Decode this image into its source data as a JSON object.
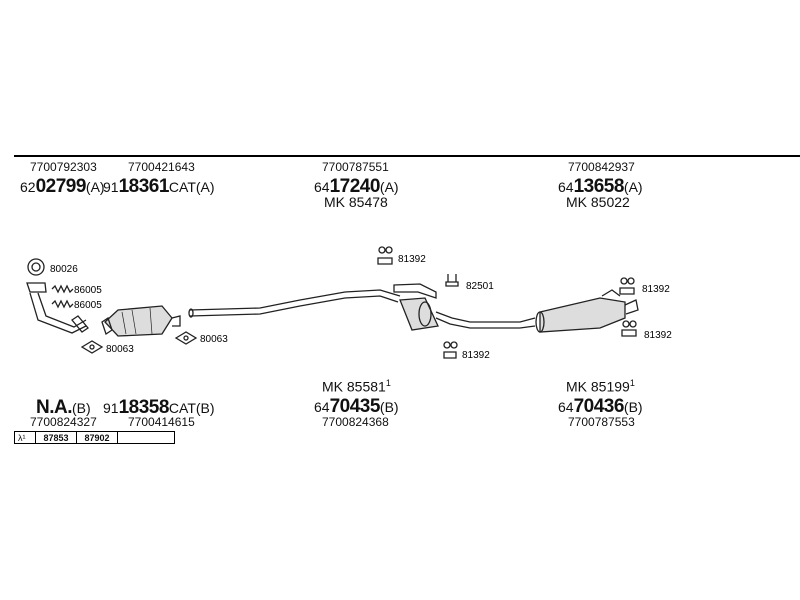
{
  "parts_top": [
    {
      "oe": "7700792303",
      "pre": "62",
      "num": "02799",
      "suf": "(A)"
    },
    {
      "oe": "7700421643",
      "pre": "91",
      "num": "18361",
      "suf": "CAT(A)"
    },
    {
      "oe": "7700787551",
      "pre": "64",
      "num": "17240",
      "suf": "(A)",
      "mk": "MK  85478"
    },
    {
      "oe": "7700842937",
      "pre": "64",
      "num": "13658",
      "suf": "(A)",
      "mk": "MK  85022"
    }
  ],
  "parts_bottom": [
    {
      "oe": "7700824327",
      "pre": "",
      "num": "N.A.",
      "suf": "(B)"
    },
    {
      "oe": "7700414615",
      "pre": "91",
      "num": "18358",
      "suf": "CAT(B)"
    },
    {
      "oe": "7700824368",
      "pre": "64",
      "num": "70435",
      "suf": "(B)",
      "mk": "MK  85581",
      "mk_sup": "1"
    },
    {
      "oe": "7700787553",
      "pre": "64",
      "num": "70436",
      "suf": "(B)",
      "mk": "MK  85199",
      "mk_sup": "1"
    }
  ],
  "component_labels": {
    "ring": "80026",
    "spring_a": "86005",
    "spring_b": "86005",
    "gasket_left": "80063",
    "gasket_mid": "80063",
    "hanger_top": "81392",
    "clamp": "82501",
    "hanger_bottom_mid": "81392",
    "hanger_right_top": "81392",
    "hanger_right_bottom": "81392"
  },
  "ref_table": {
    "symbol": "λ¹",
    "cells": [
      "87853",
      "87902"
    ]
  }
}
